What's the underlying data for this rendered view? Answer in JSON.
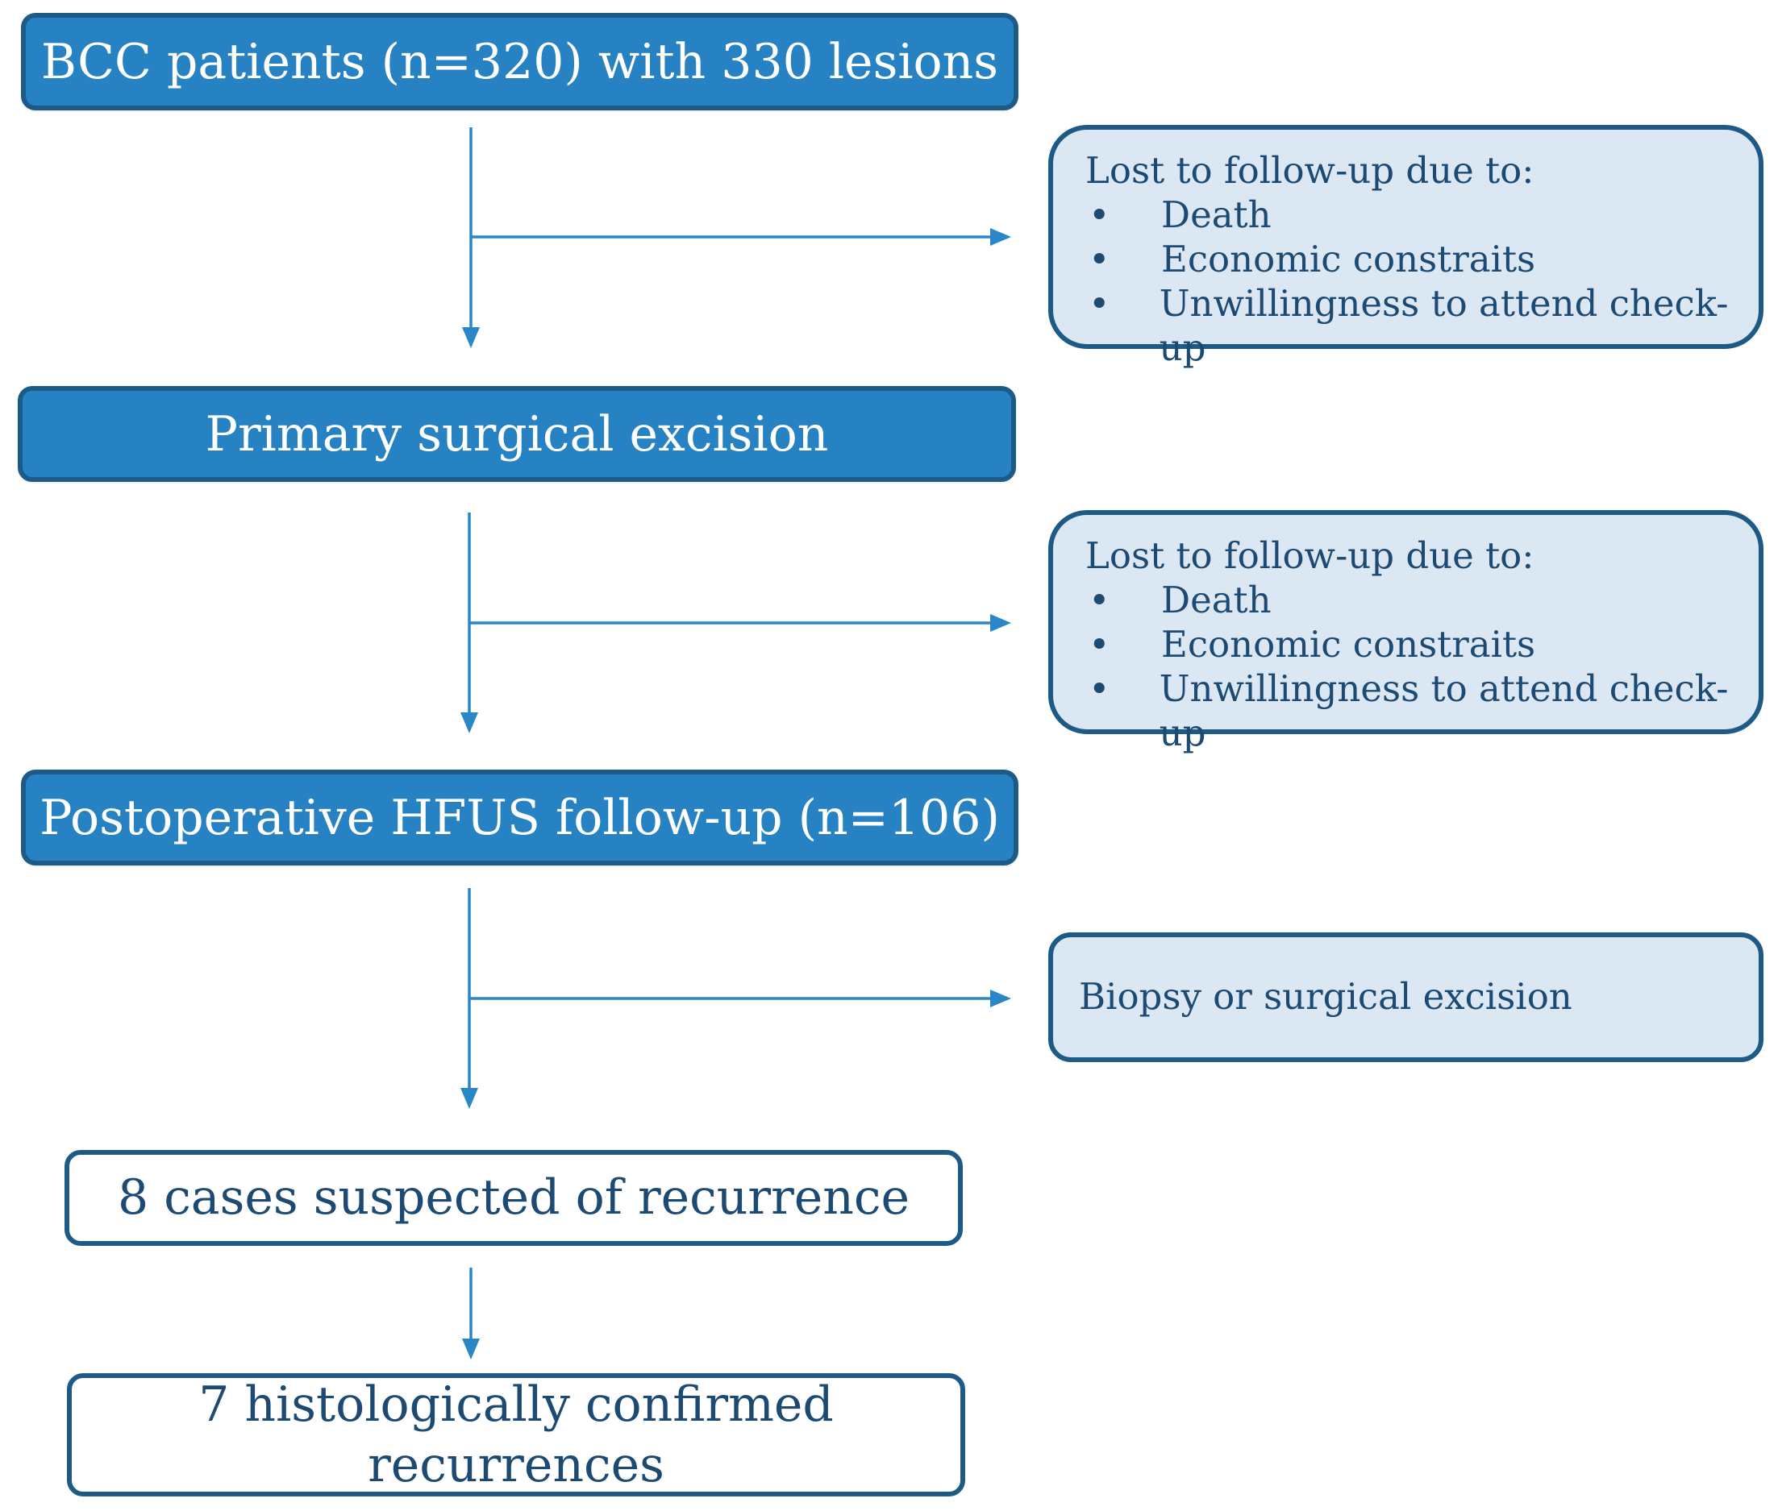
{
  "colors": {
    "main_fill": "#2682c2",
    "border": "#1d5a86",
    "side_fill": "#dbe8f4",
    "arrow": "#2a86c7",
    "text_dark": "#1d4a73"
  },
  "steps": {
    "step1": "BCC patients (n=320) with 330 lesions",
    "step2": "Primary surgical excision",
    "step3": "Postoperative HFUS follow-up (n=106)",
    "step4": "8 cases suspected of recurrence",
    "step5_line1": "7 histologically confirmed",
    "step5_line2": "recurrences"
  },
  "side_boxes": {
    "loss1": {
      "title": "Lost to follow-up due to:",
      "bullet": "•",
      "items": [
        "Death",
        "Economic constraits",
        "Unwillingness to attend check-up"
      ]
    },
    "loss2": {
      "title": "Lost to follow-up due to:",
      "bullet": "•",
      "items": [
        "Death",
        "Economic constraits",
        "Unwillingness to attend check-up"
      ]
    },
    "biopsy": {
      "text": "Biopsy or surgical excision"
    }
  }
}
